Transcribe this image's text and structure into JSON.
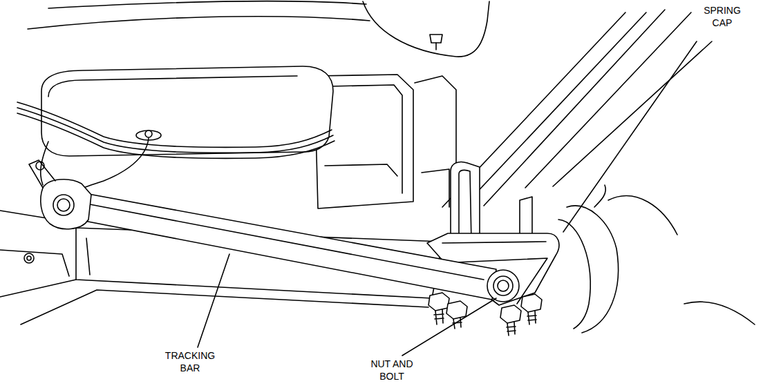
{
  "diagram": {
    "labels": [
      "SPRING CAP",
      "TRACKING BAR",
      "NUT AND BOLT"
    ]
  }
}
